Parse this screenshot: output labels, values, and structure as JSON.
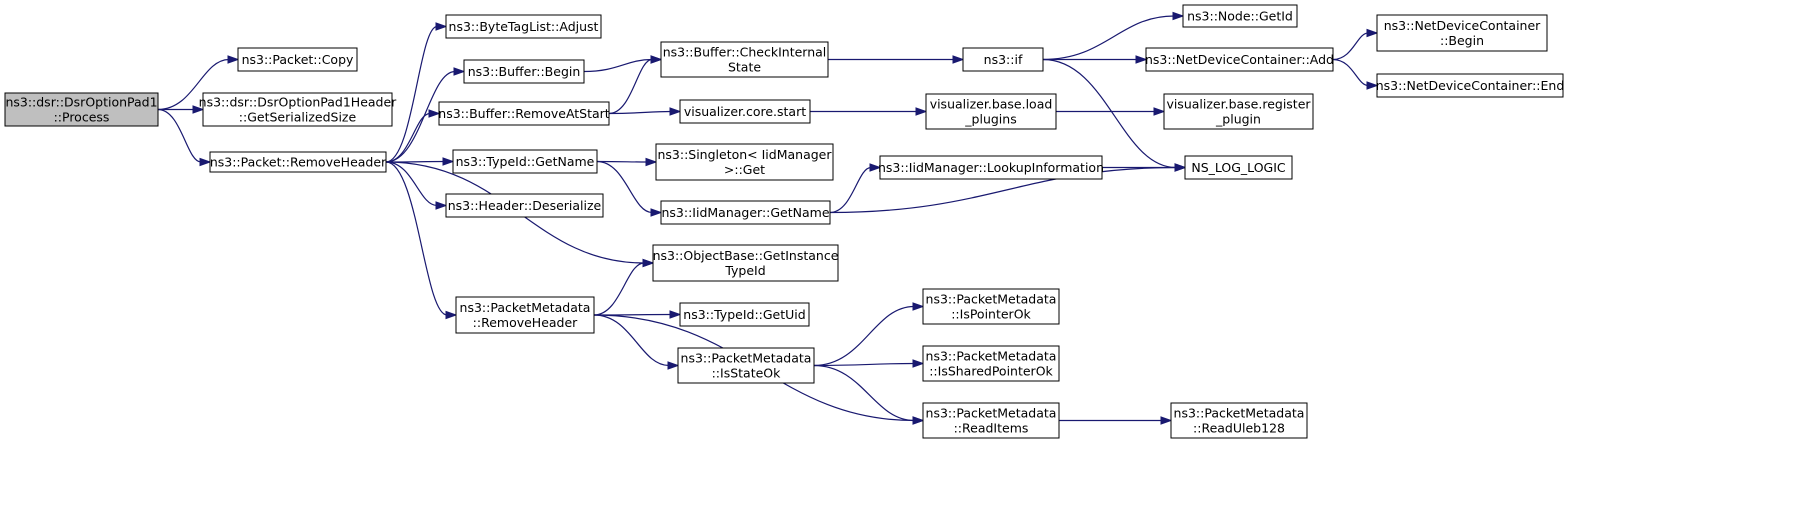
{
  "colors": {
    "edge": "#191970",
    "root_fill": "#bfbfbf",
    "node_fill": "#ffffff",
    "node_border": "#000000"
  },
  "nodes": [
    {
      "id": "process",
      "root": true,
      "lines": [
        "ns3::dsr::DsrOptionPad1",
        "::Process"
      ]
    },
    {
      "id": "packet_copy",
      "lines": [
        "ns3::Packet::Copy"
      ]
    },
    {
      "id": "pad1_getsize",
      "lines": [
        "ns3::dsr::DsrOptionPad1Header",
        "::GetSerializedSize"
      ]
    },
    {
      "id": "packet_removeheader",
      "lines": [
        "ns3::Packet::RemoveHeader"
      ]
    },
    {
      "id": "bytetaglist_adjust",
      "lines": [
        "ns3::ByteTagList::Adjust"
      ]
    },
    {
      "id": "buffer_begin",
      "lines": [
        "ns3::Buffer::Begin"
      ]
    },
    {
      "id": "buffer_removeatstart",
      "lines": [
        "ns3::Buffer::RemoveAtStart"
      ]
    },
    {
      "id": "typeid_getname",
      "lines": [
        "ns3::TypeId::GetName"
      ]
    },
    {
      "id": "header_deserialize",
      "lines": [
        "ns3::Header::Deserialize"
      ]
    },
    {
      "id": "pm_removeheader",
      "lines": [
        "ns3::PacketMetadata",
        "::RemoveHeader"
      ]
    },
    {
      "id": "buffer_checkinternal",
      "lines": [
        "ns3::Buffer::CheckInternal",
        "State"
      ]
    },
    {
      "id": "vis_core_start",
      "lines": [
        "visualizer.core.start"
      ]
    },
    {
      "id": "singleton_get",
      "lines": [
        "ns3::Singleton< IidManager",
        ">::Get"
      ]
    },
    {
      "id": "iidmanager_getname",
      "lines": [
        "ns3::IidManager::GetName"
      ]
    },
    {
      "id": "objectbase_getinstancetypeid",
      "lines": [
        "ns3::ObjectBase::GetInstance",
        "TypeId"
      ]
    },
    {
      "id": "typeid_getuid",
      "lines": [
        "ns3::TypeId::GetUid"
      ]
    },
    {
      "id": "pm_isstateok",
      "lines": [
        "ns3::PacketMetadata",
        "::IsStateOk"
      ]
    },
    {
      "id": "ns3_if",
      "lines": [
        "ns3::if"
      ]
    },
    {
      "id": "vis_base_load_plugins",
      "lines": [
        "visualizer.base.load",
        "_plugins"
      ]
    },
    {
      "id": "iidmanager_lookupinformation",
      "lines": [
        "ns3::IidManager::LookupInformation"
      ]
    },
    {
      "id": "pm_ispointerok",
      "lines": [
        "ns3::PacketMetadata",
        "::IsPointerOk"
      ]
    },
    {
      "id": "pm_issharedpointerok",
      "lines": [
        "ns3::PacketMetadata",
        "::IsSharedPointerOk"
      ]
    },
    {
      "id": "pm_readitems",
      "lines": [
        "ns3::PacketMetadata",
        "::ReadItems"
      ]
    },
    {
      "id": "node_getid",
      "lines": [
        "ns3::Node::GetId"
      ]
    },
    {
      "id": "netdevicecontainer_add",
      "lines": [
        "ns3::NetDeviceContainer::Add"
      ]
    },
    {
      "id": "vis_base_register_plugin",
      "lines": [
        "visualizer.base.register",
        "_plugin"
      ]
    },
    {
      "id": "ns_log_logic",
      "lines": [
        "NS_LOG_LOGIC"
      ]
    },
    {
      "id": "pm_readuleb128",
      "lines": [
        "ns3::PacketMetadata",
        "::ReadUleb128"
      ]
    },
    {
      "id": "netdevicecontainer_begin",
      "lines": [
        "ns3::NetDeviceContainer",
        "::Begin"
      ]
    },
    {
      "id": "netdevicecontainer_end",
      "lines": [
        "ns3::NetDeviceContainer::End"
      ]
    }
  ],
  "edges": [
    {
      "from": "process",
      "to": "packet_copy"
    },
    {
      "from": "process",
      "to": "pad1_getsize"
    },
    {
      "from": "process",
      "to": "packet_removeheader"
    },
    {
      "from": "packet_removeheader",
      "to": "bytetaglist_adjust"
    },
    {
      "from": "packet_removeheader",
      "to": "buffer_begin"
    },
    {
      "from": "packet_removeheader",
      "to": "buffer_removeatstart"
    },
    {
      "from": "packet_removeheader",
      "to": "typeid_getname"
    },
    {
      "from": "packet_removeheader",
      "to": "header_deserialize"
    },
    {
      "from": "packet_removeheader",
      "to": "objectbase_getinstancetypeid"
    },
    {
      "from": "packet_removeheader",
      "to": "pm_removeheader"
    },
    {
      "from": "buffer_begin",
      "to": "buffer_checkinternal"
    },
    {
      "from": "buffer_removeatstart",
      "to": "buffer_checkinternal"
    },
    {
      "from": "buffer_removeatstart",
      "to": "vis_core_start"
    },
    {
      "from": "typeid_getname",
      "to": "singleton_get"
    },
    {
      "from": "typeid_getname",
      "to": "iidmanager_getname"
    },
    {
      "from": "pm_removeheader",
      "to": "objectbase_getinstancetypeid"
    },
    {
      "from": "pm_removeheader",
      "to": "typeid_getuid"
    },
    {
      "from": "pm_removeheader",
      "to": "pm_isstateok"
    },
    {
      "from": "pm_removeheader",
      "to": "pm_readitems"
    },
    {
      "from": "buffer_checkinternal",
      "to": "ns3_if"
    },
    {
      "from": "vis_core_start",
      "to": "vis_base_load_plugins"
    },
    {
      "from": "iidmanager_getname",
      "to": "iidmanager_lookupinformation"
    },
    {
      "from": "iidmanager_getname",
      "to": "ns_log_logic"
    },
    {
      "from": "pm_isstateok",
      "to": "pm_ispointerok"
    },
    {
      "from": "pm_isstateok",
      "to": "pm_issharedpointerok"
    },
    {
      "from": "pm_isstateok",
      "to": "pm_readitems"
    },
    {
      "from": "ns3_if",
      "to": "node_getid"
    },
    {
      "from": "ns3_if",
      "to": "netdevicecontainer_add"
    },
    {
      "from": "ns3_if",
      "to": "ns_log_logic"
    },
    {
      "from": "vis_base_load_plugins",
      "to": "vis_base_register_plugin"
    },
    {
      "from": "iidmanager_lookupinformation",
      "to": "ns_log_logic"
    },
    {
      "from": "pm_readitems",
      "to": "pm_readuleb128"
    },
    {
      "from": "netdevicecontainer_add",
      "to": "netdevicecontainer_begin"
    },
    {
      "from": "netdevicecontainer_add",
      "to": "netdevicecontainer_end"
    }
  ]
}
